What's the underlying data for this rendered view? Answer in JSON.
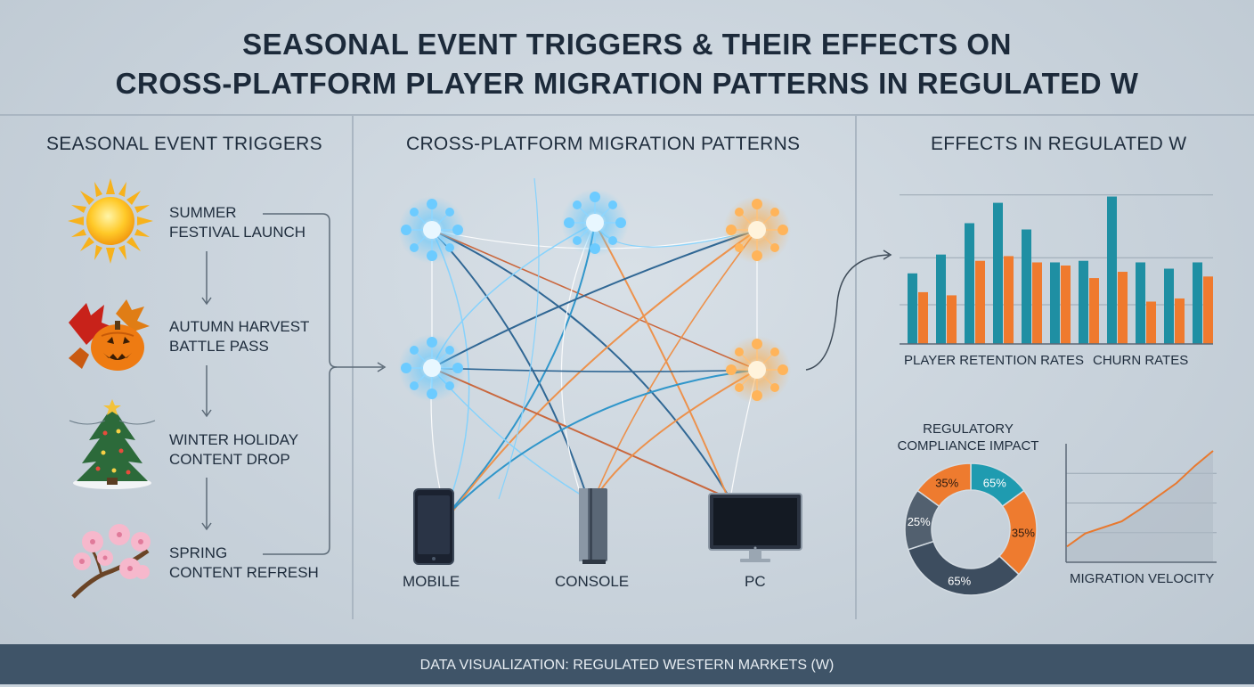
{
  "title": {
    "line1": "SEASONAL EVENT TRIGGERS & THEIR EFFECTS ON",
    "line2": "CROSS-PLATFORM PLAYER MIGRATION PATTERNS IN REGULATED W"
  },
  "sections": {
    "left": "SEASONAL EVENT TRIGGERS",
    "middle": "CROSS-PLATFORM MIGRATION PATTERNS",
    "right": "EFFECTS IN REGULATED W"
  },
  "triggers": [
    {
      "label": "SUMMER\nFESTIVAL LAUNCH",
      "icon": "sun-icon"
    },
    {
      "label": "AUTUMN HARVEST\nBATTLE PASS",
      "icon": "pumpkin-leaves-icon"
    },
    {
      "label": "WINTER HOLIDAY\nCONTENT DROP",
      "icon": "christmas-tree-icon"
    },
    {
      "label": "SPRING\nCONTENT REFRESH",
      "icon": "cherry-blossom-icon"
    }
  ],
  "devices": {
    "mobile": "MOBILE",
    "console": "CONSOLE",
    "pc": "PC"
  },
  "chart_data": [
    {
      "type": "bar",
      "series": [
        {
          "name": "PLAYER RETENTION RATES",
          "values": [
            0.45,
            0.57,
            0.77,
            0.9,
            0.73,
            0.52,
            0.53,
            0.94,
            0.52,
            0.48,
            0.52
          ],
          "color": "#1f8fa3"
        },
        {
          "name": "CHURN RATES",
          "values": [
            0.33,
            0.31,
            0.53,
            0.56,
            0.52,
            0.5,
            0.42,
            0.46,
            0.27,
            0.29,
            0.43
          ],
          "color": "#ef7a2e"
        }
      ],
      "xlabel_left": "PLAYER RETENTION RATES",
      "xlabel_right": "CHURN RATES"
    },
    {
      "type": "pie",
      "title_line1": "REGULATORY",
      "title_line2": "COMPLIANCE IMPACT",
      "slices": [
        {
          "label": "65%",
          "value": 15,
          "color": "#1f9bb0"
        },
        {
          "label": "35%",
          "value": 22,
          "color": "#ee7b2f"
        },
        {
          "label": "65%",
          "value": 33,
          "color": "#3d4d5f"
        },
        {
          "label": "25%",
          "value": 15,
          "color": "#52606f"
        },
        {
          "label": "35%",
          "value": 15,
          "color": "#ee7b2f"
        }
      ]
    },
    {
      "type": "line",
      "xlabel": "MIGRATION VELOCITY",
      "values": [
        0.05,
        0.18,
        0.24,
        0.3,
        0.42,
        0.55,
        0.68,
        0.85,
        1.0
      ],
      "color": "#e8792f"
    }
  ],
  "footer": "DATA VISUALIZATION: REGULATED WESTERN MARKETS (W)",
  "colors": {
    "blue_node": "#3fb6ff",
    "orange_node": "#ffa43a",
    "line_dark_blue": "#1f5b8c",
    "line_orange": "#f08a3c",
    "line_light_blue": "#7fd2ff"
  }
}
